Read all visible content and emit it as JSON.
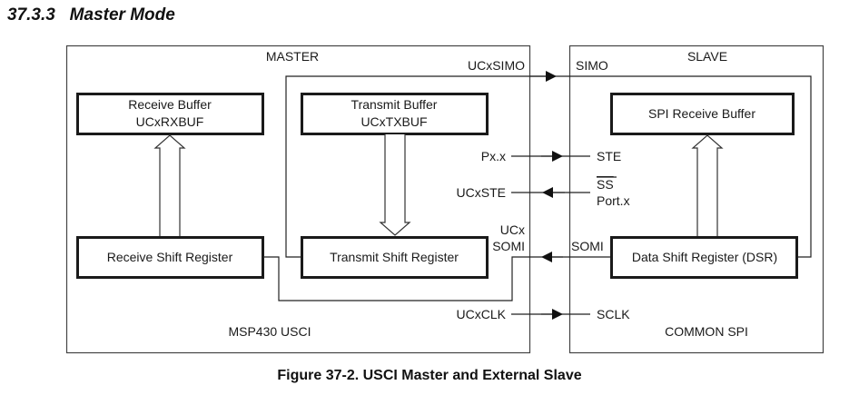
{
  "section": {
    "number": "37.3.3",
    "title": "Master Mode"
  },
  "figure": {
    "caption": "Figure 37-2. USCI Master and External Slave"
  },
  "master": {
    "label": "MASTER",
    "footer_label": "MSP430 USCI",
    "blocks": {
      "receive_buffer": {
        "line1": "Receive Buffer",
        "line2": "UCxRXBUF"
      },
      "transmit_buffer": {
        "line1": "Transmit Buffer",
        "line2": "UCxTXBUF"
      },
      "receive_shift_register": {
        "label": "Receive Shift Register"
      },
      "transmit_shift_register": {
        "label": "Transmit Shift Register"
      }
    },
    "pins": {
      "simo": "UCxSIMO",
      "px": "Px.x",
      "ste": "UCxSTE",
      "somi_line1": "UCx",
      "somi_line2": "SOMI",
      "clk": "UCxCLK"
    }
  },
  "slave": {
    "label": "SLAVE",
    "footer_label": "COMMON SPI",
    "blocks": {
      "spi_receive_buffer": {
        "label": "SPI Receive Buffer"
      },
      "data_shift_register": {
        "label": "Data Shift Register (DSR)"
      }
    },
    "pins": {
      "simo": "SIMO",
      "ste": "STE",
      "ss": "SS",
      "port": "Port.x",
      "somi": "SOMI",
      "sclk": "SCLK"
    }
  },
  "signals": [
    {
      "name": "SIMO",
      "direction": "master-to-slave"
    },
    {
      "name": "STE",
      "direction": "master-to-slave"
    },
    {
      "name": "UCxSTE",
      "direction": "slave-to-master"
    },
    {
      "name": "SOMI",
      "direction": "slave-to-master"
    },
    {
      "name": "SCLK",
      "direction": "master-to-slave"
    }
  ]
}
